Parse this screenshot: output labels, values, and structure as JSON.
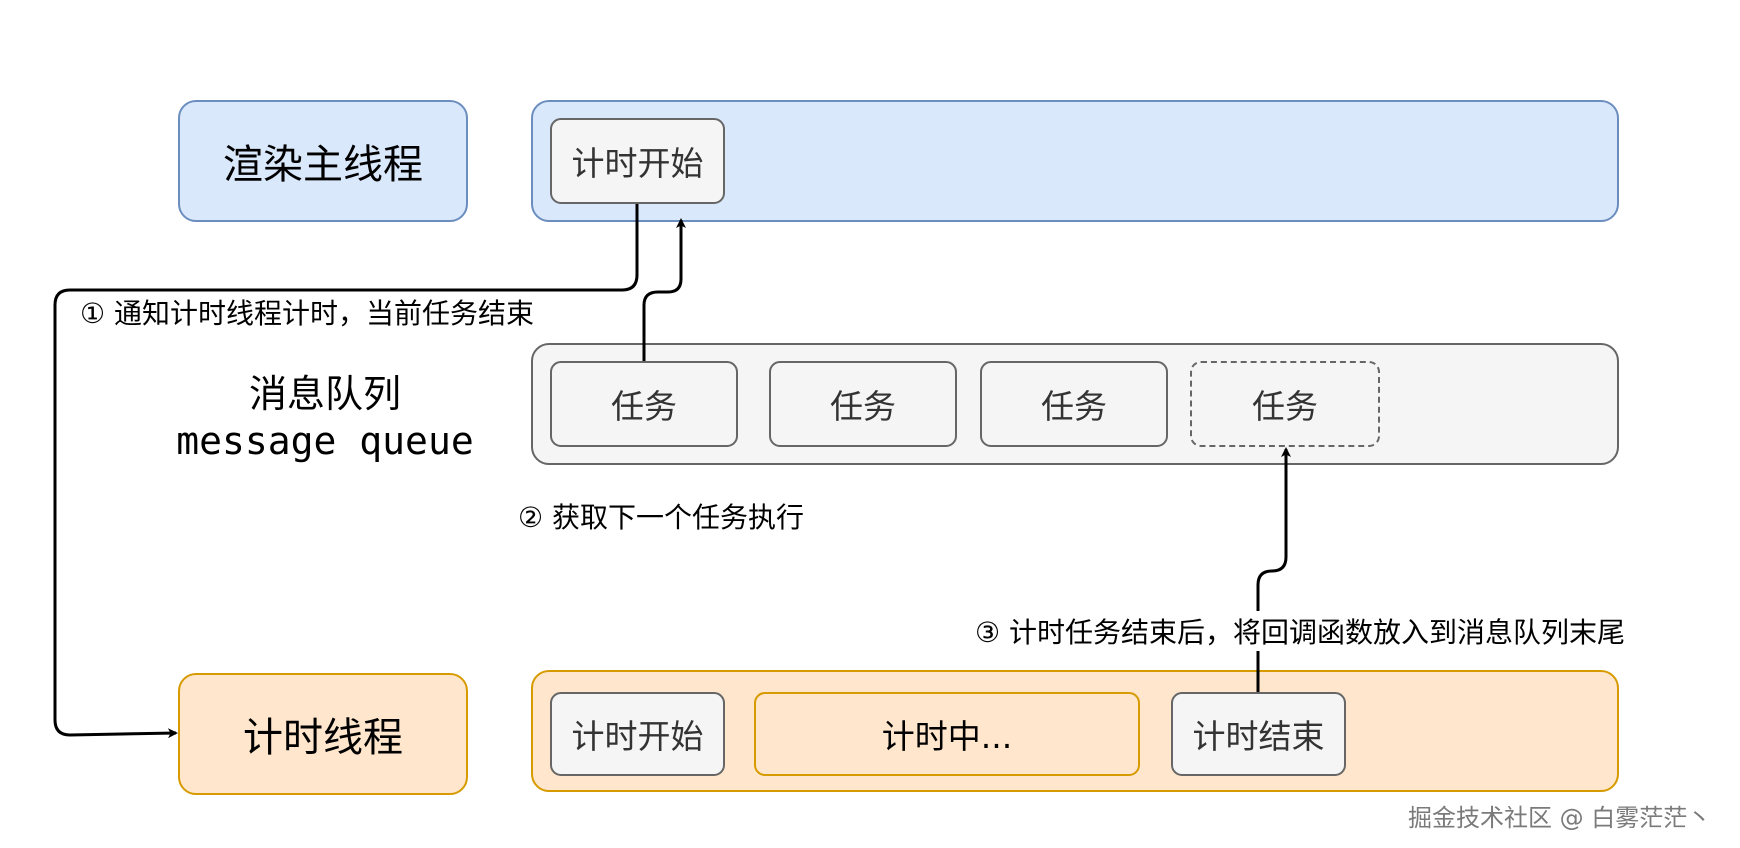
{
  "lanes": {
    "main_thread": "渲染主线程",
    "message_queue_zh": "消息队列",
    "message_queue_en": "message queue",
    "timer_thread": "计时线程"
  },
  "main_lane": {
    "chip_start": "计时开始"
  },
  "queue_lane": {
    "tasks": [
      "任务",
      "任务",
      "任务"
    ],
    "pending_task": "任务"
  },
  "timer_lane": {
    "chip_start": "计时开始",
    "chip_running": "计时中...",
    "chip_end": "计时结束"
  },
  "annotations": {
    "step1": "① 通知计时线程计时，当前任务结束",
    "step2": "② 获取下一个任务执行",
    "step3": "③ 计时任务结束后，将回调函数放入到消息队列末尾"
  },
  "watermark": "掘金技术社区 @ 白雾茫茫丶"
}
